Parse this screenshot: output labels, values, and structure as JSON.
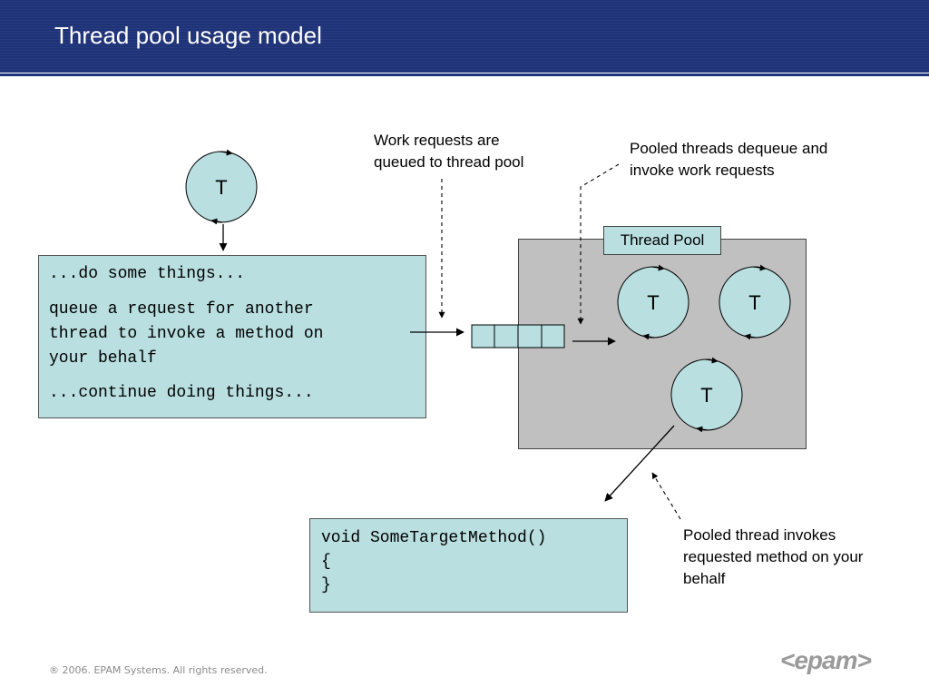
{
  "slide": {
    "title": "Thread pool usage model"
  },
  "callouts": {
    "queued": [
      "Work requests are",
      "queued to thread pool"
    ],
    "dequeue": [
      "Pooled threads dequeue and",
      "invoke work requests"
    ],
    "invokes": [
      "Pooled thread invokes",
      "requested method on your",
      "behalf"
    ]
  },
  "caller_code": {
    "line1": "...do some things...",
    "line2": "queue a request for another",
    "line3": "thread to invoke a method on",
    "line4": "your behalf",
    "line5": "...continue doing things..."
  },
  "target_code": {
    "line1": "void SomeTargetMethod()",
    "line2": "{",
    "line3": "}"
  },
  "pool": {
    "label": "Thread Pool"
  },
  "threads": {
    "caller": "T",
    "pool_1": "T",
    "pool_2": "T",
    "pool_3": "T"
  },
  "footer": {
    "copyright": "® 2006. EPAM Systems. All rights reserved.",
    "logo": "<epam>"
  },
  "colors": {
    "header": "#1e3277",
    "box_fill": "#b9dfe1",
    "pool_fill": "#c0c0c0"
  }
}
